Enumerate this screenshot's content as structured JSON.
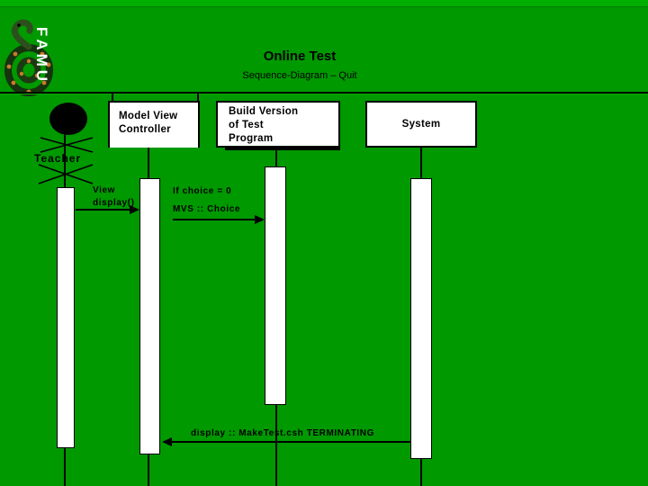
{
  "header": {
    "title": "Online Test",
    "subtitle": "Sequence-Diagram – Quit",
    "logo_text": "FAMU"
  },
  "colors": {
    "background": "#009900",
    "box_fill": "#ffffff",
    "line": "#000000",
    "text": "#000000",
    "logo_text": "#ffffff"
  },
  "actor": {
    "label": "Teacher"
  },
  "objects": {
    "mvc": {
      "label": "Model View\nController"
    },
    "build": {
      "label": "Build Version\nof Test\nProgram"
    },
    "system": {
      "label": "System"
    }
  },
  "messages": {
    "view_display": {
      "label": "View\ndisplay()"
    },
    "if_choice": {
      "line1": "If choice = 0",
      "line2": "MVS :: Choice"
    },
    "terminating": {
      "label": "display :: MakeTest.csh TERMINATING"
    }
  }
}
